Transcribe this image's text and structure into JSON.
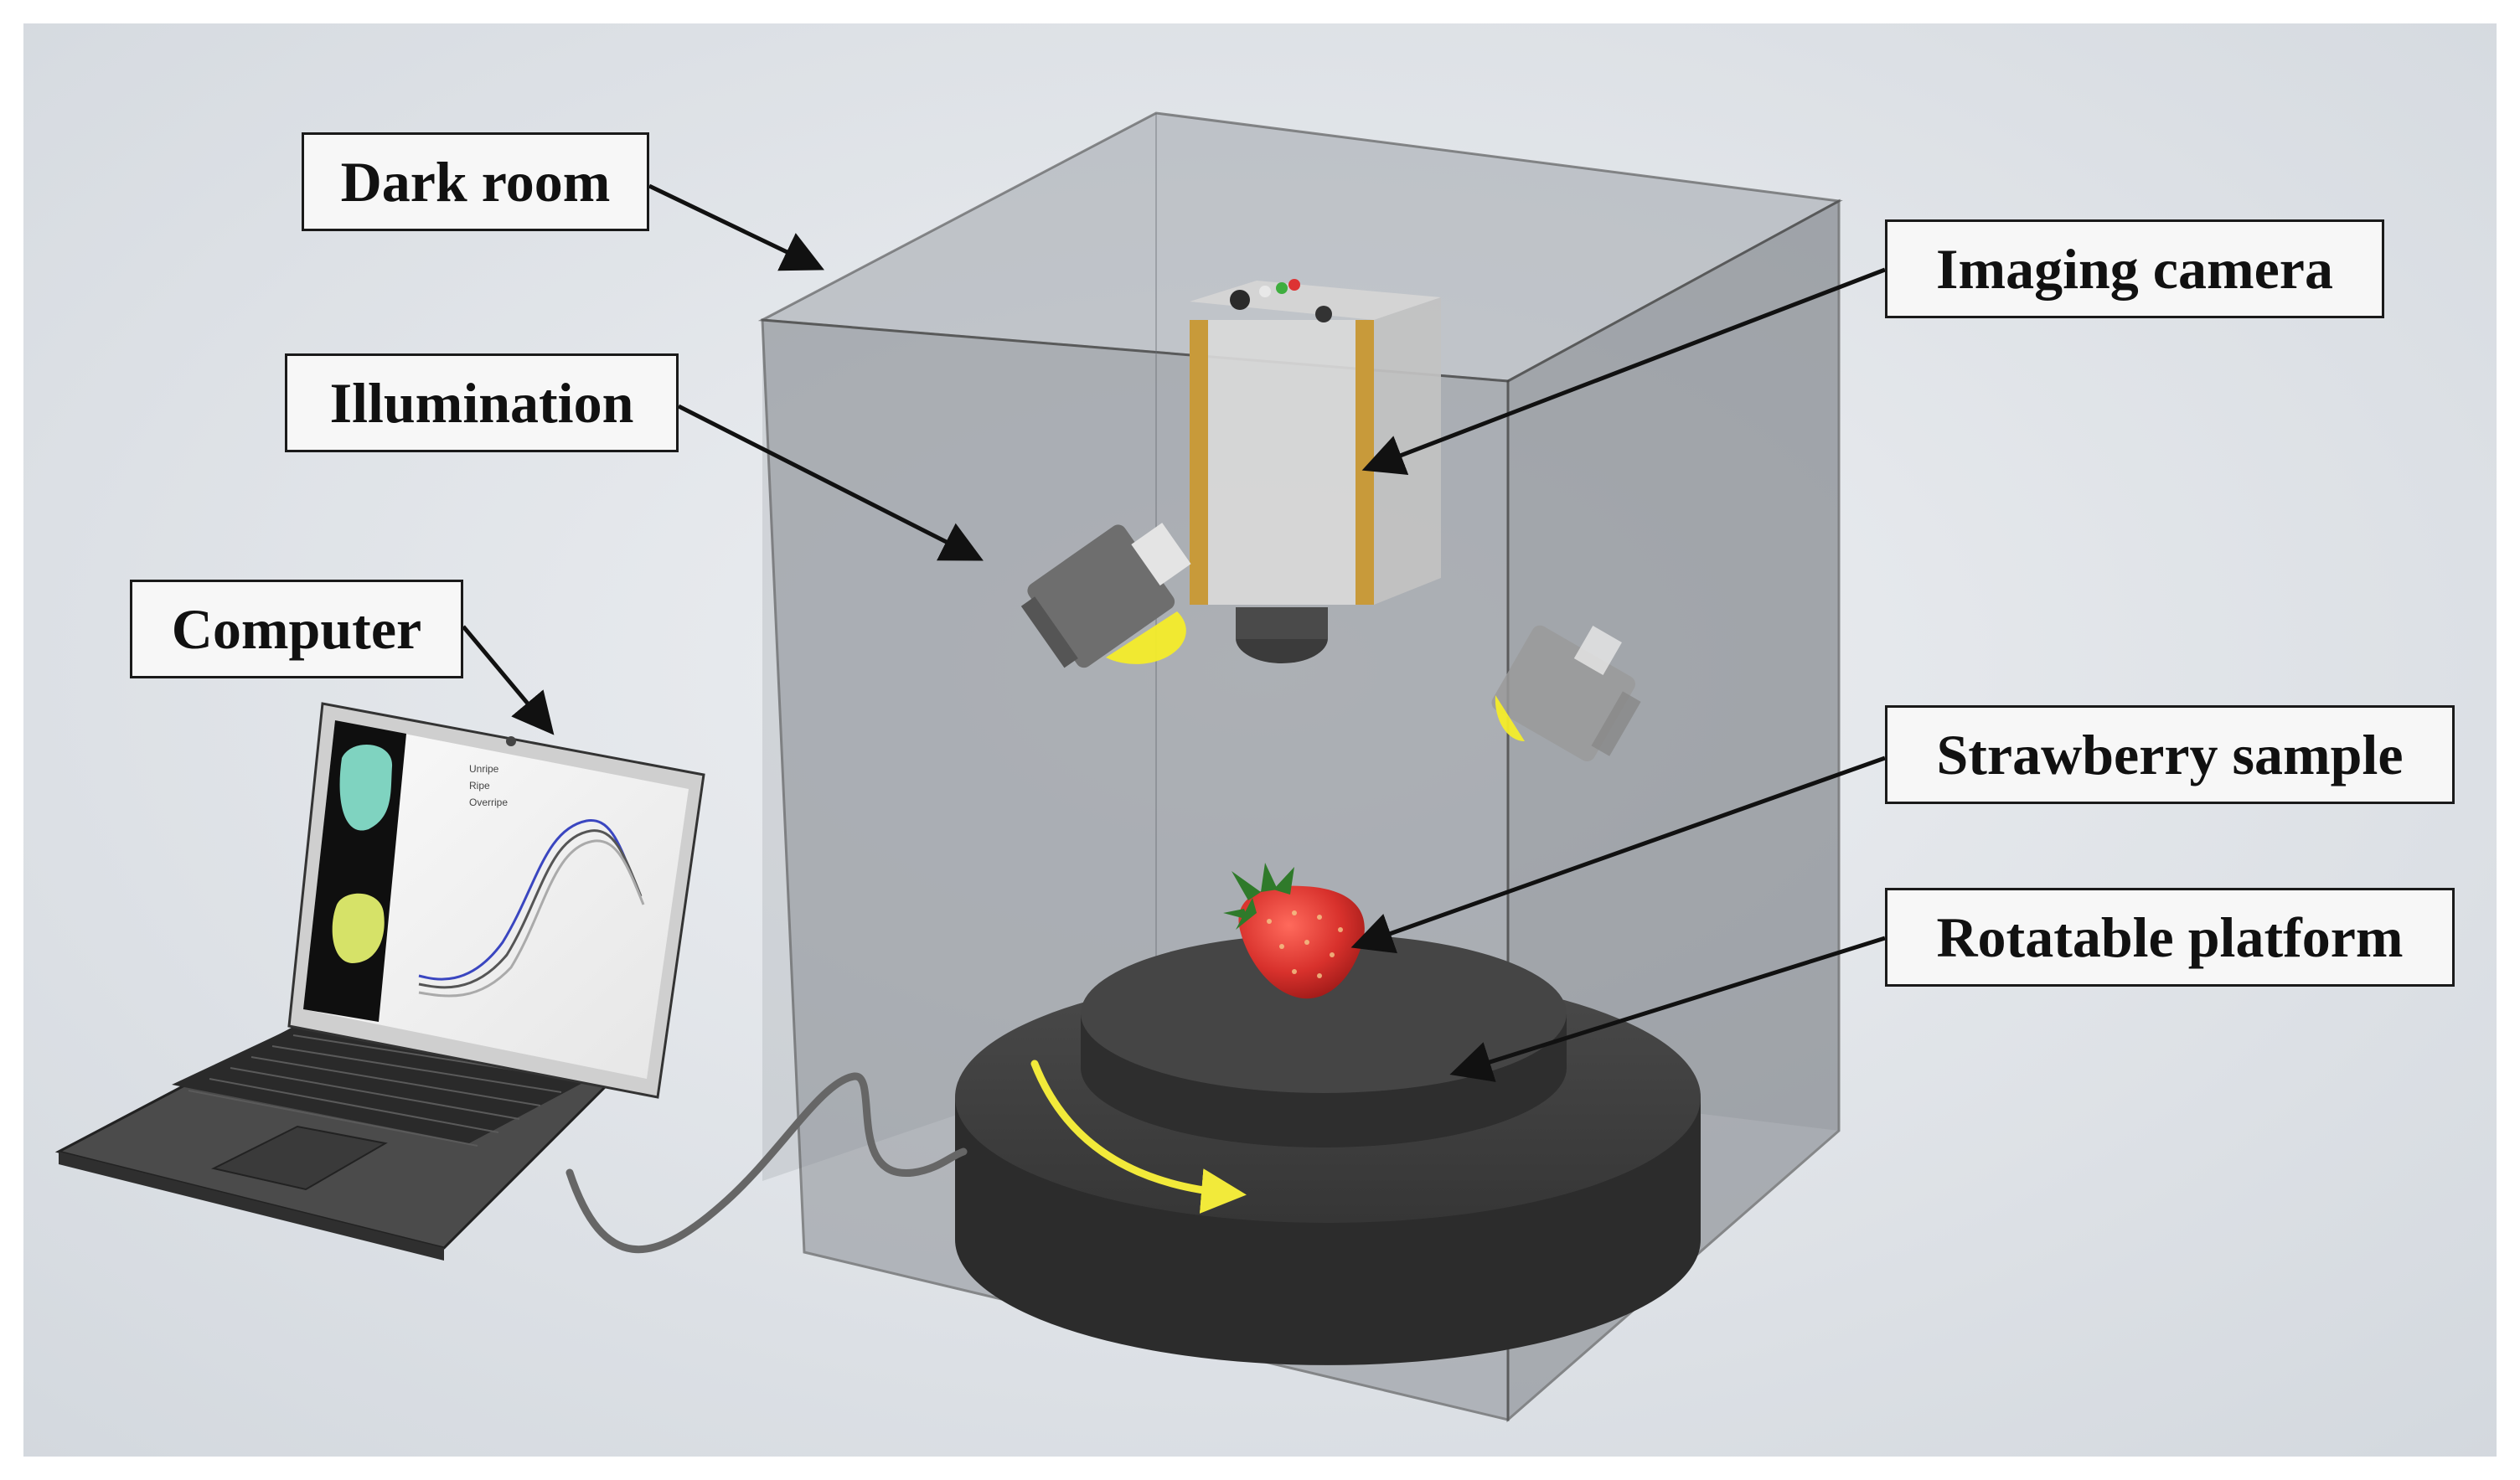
{
  "labels": {
    "dark_room": "Dark room",
    "illumination": "Illumination",
    "computer": "Computer",
    "imaging_camera": "Imaging camera",
    "strawberry_sample": "Strawberry sample",
    "rotatable_platform": "Rotatable platform"
  },
  "screen_legend": [
    "Unripe",
    "Ripe",
    "Overripe"
  ],
  "colors": {
    "background": "#dfe3e8",
    "box_glass": "#8c9096",
    "platform": "#3b3b3b",
    "strawberry": "#d8312c",
    "rotation_arrow": "#f2ea3a",
    "illumination_glow": "#f4ec2a",
    "camera_trim": "#c89a3a"
  }
}
